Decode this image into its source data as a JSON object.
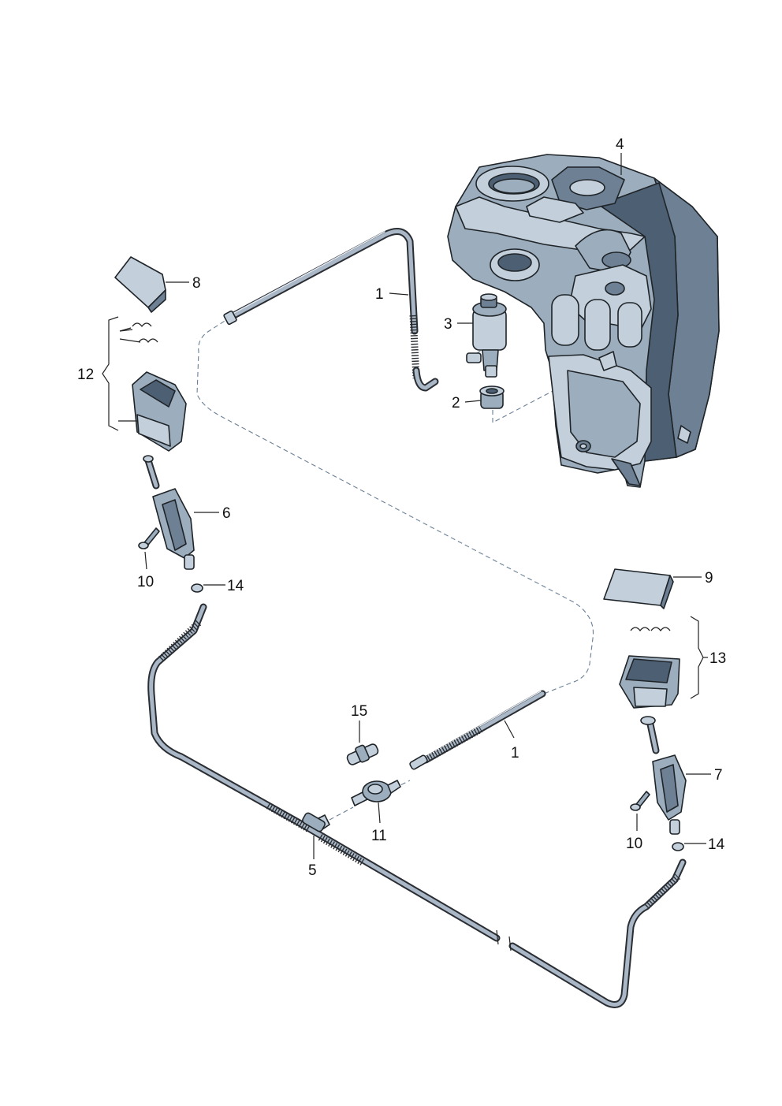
{
  "callouts": {
    "c1a": "1",
    "c1b": "1",
    "c2": "2",
    "c3": "3",
    "c4": "4",
    "c5": "5",
    "c6": "6",
    "c7": "7",
    "c8": "8",
    "c9": "9",
    "c10a": "10",
    "c10b": "10",
    "c11": "11",
    "c12": "12",
    "c13": "13",
    "c14a": "14",
    "c14b": "14",
    "c15": "15"
  },
  "colors": {
    "part_light": "#c3d0dc",
    "part_mid": "#9cadbd",
    "part_dark": "#6d8094",
    "outline": "#1f2428",
    "dash_line": "#6a7f96"
  }
}
